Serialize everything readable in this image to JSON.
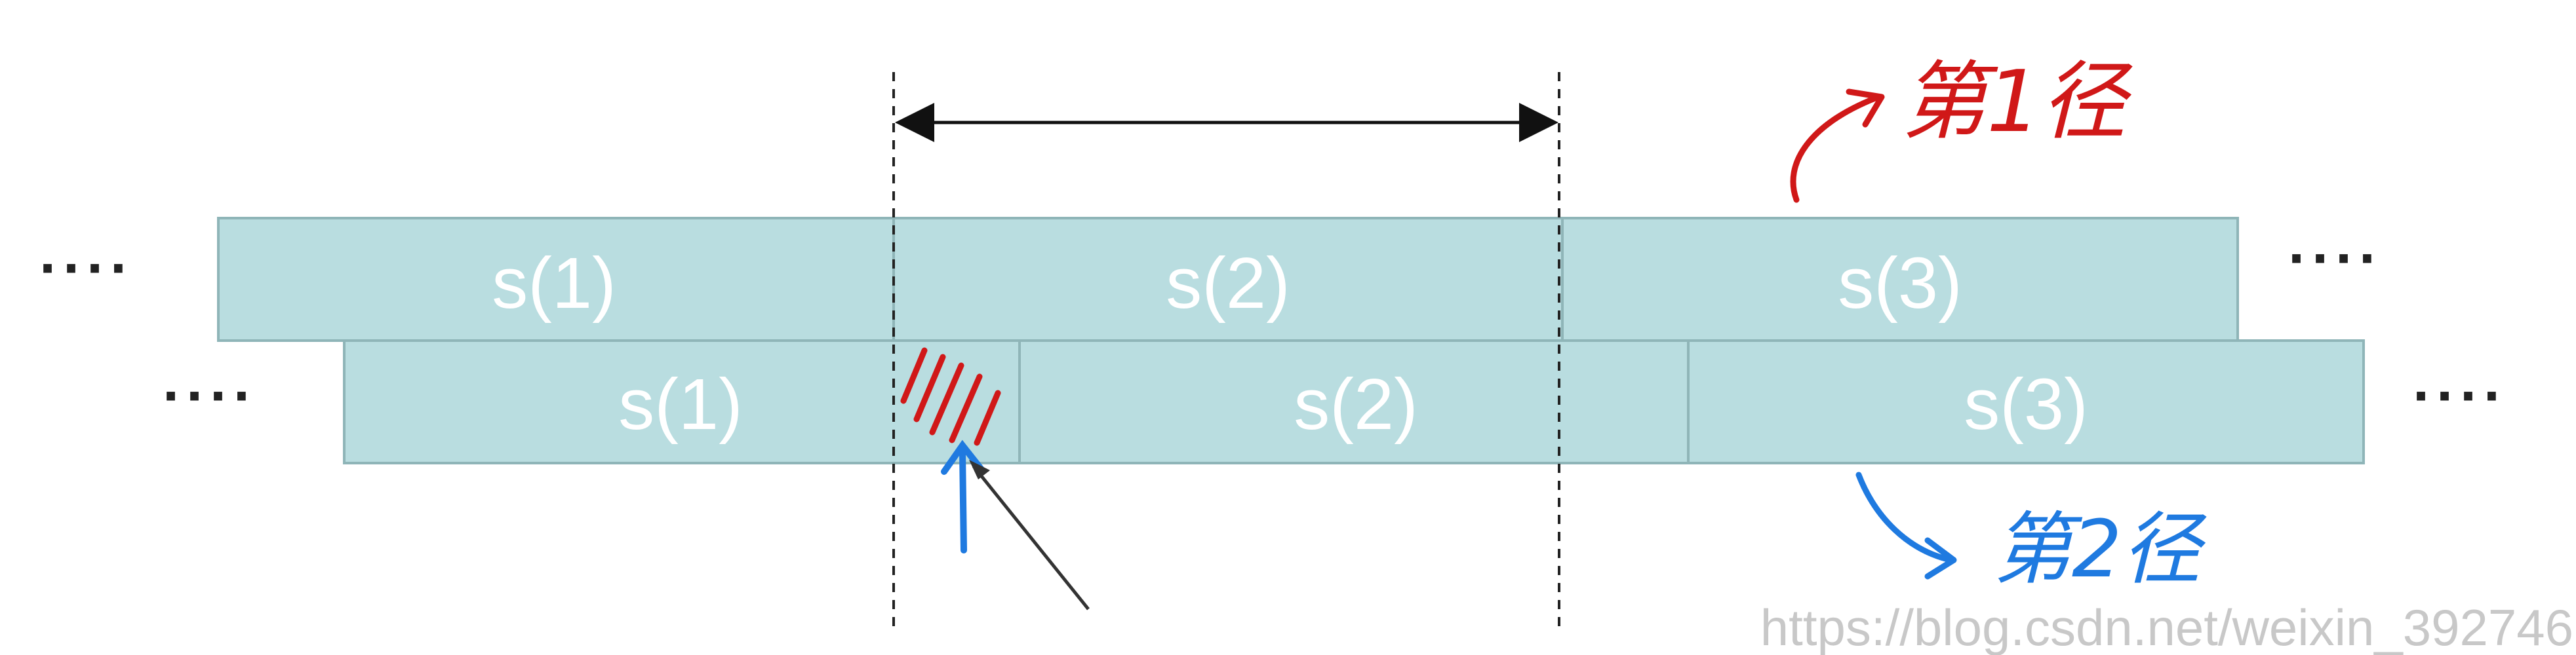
{
  "rows": [
    {
      "leading_dots": "····",
      "trailing_dots": "····",
      "segments": [
        {
          "label": "s(1)"
        },
        {
          "label": "s(2)"
        },
        {
          "label": "s(3)"
        }
      ]
    },
    {
      "leading_dots": "····",
      "trailing_dots": "····",
      "segments": [
        {
          "label": "s(1)"
        },
        {
          "label": "s(2)"
        },
        {
          "label": "s(3)"
        }
      ]
    }
  ],
  "annotations": {
    "row1_note": "第1径",
    "row2_note": "第2径"
  },
  "watermark": "https://blog.csdn.net/weixin_392746",
  "colors": {
    "segment_fill": "#b9dde0",
    "segment_stroke": "#8fb5b8",
    "red_ink": "#d01818",
    "blue_ink": "#1f7ae0"
  }
}
